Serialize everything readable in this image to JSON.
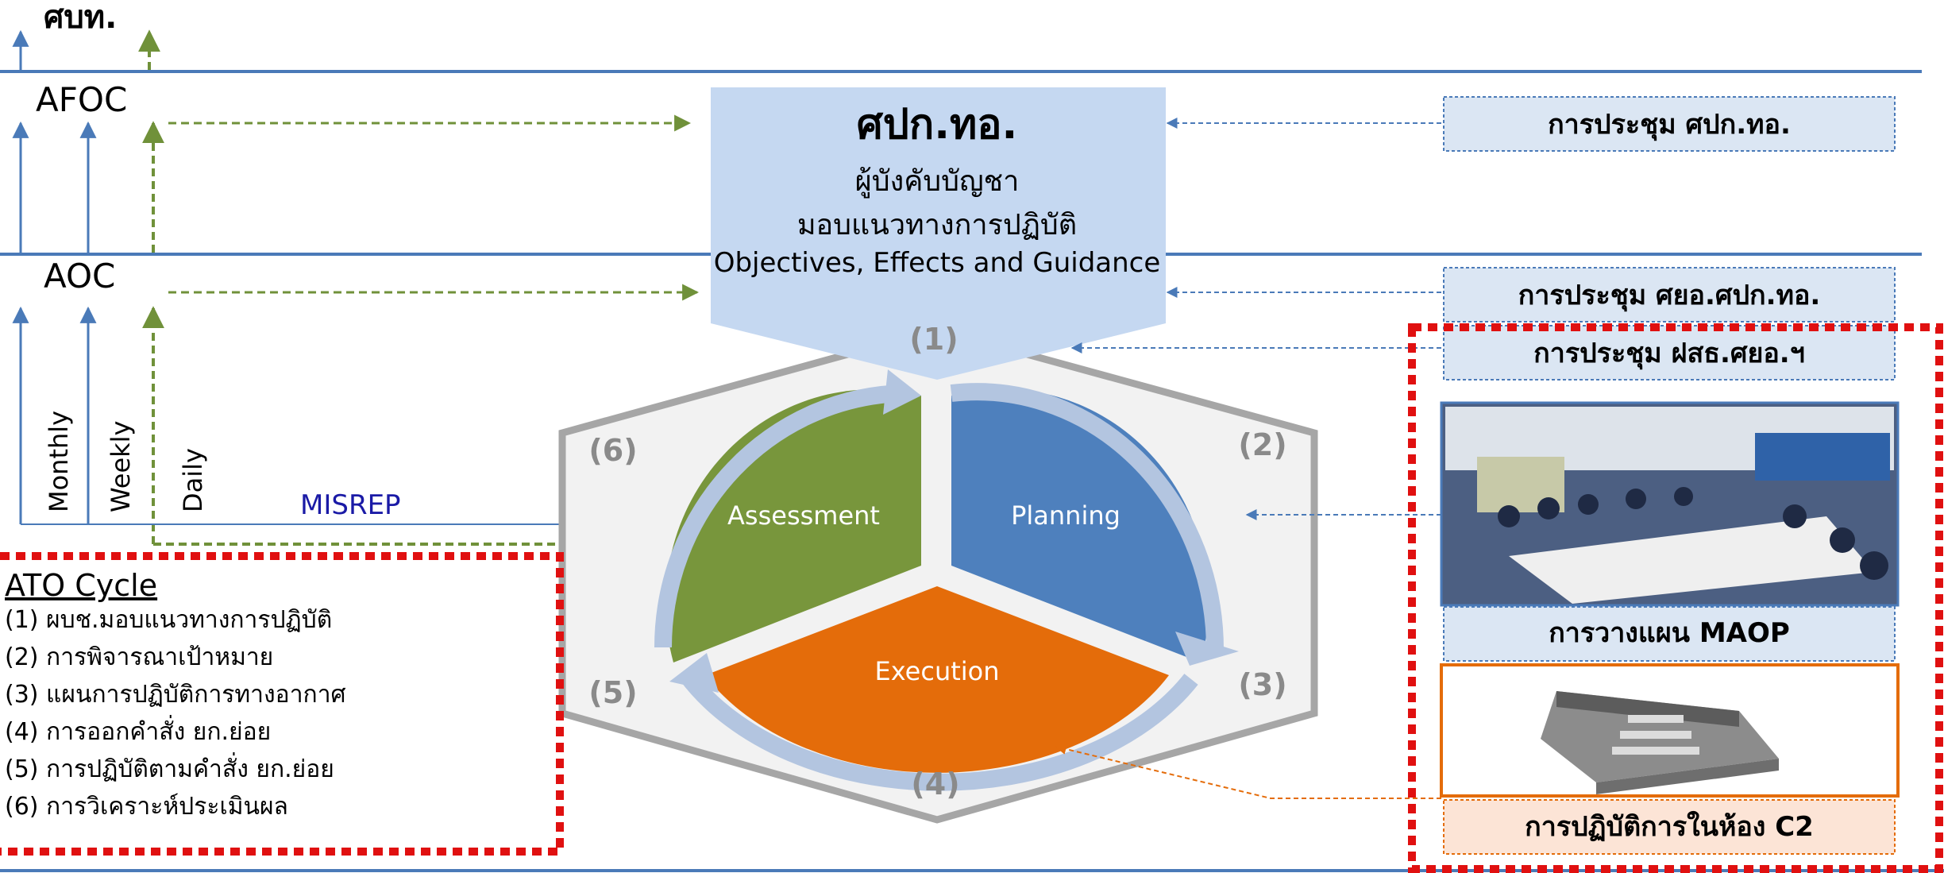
{
  "levels": {
    "top": "ศบท.",
    "afoc": "AFOC",
    "aoc": "AOC"
  },
  "timelines": {
    "monthly": "Monthly",
    "weekly": "Weekly",
    "daily": "Daily",
    "misrep": "MISREP"
  },
  "command": {
    "title": "ศปก.ทอ.",
    "line1": "ผู้บังคับบัญชา",
    "line2": "มอบแนวทางการปฏิบัติ",
    "line3": "Objectives, Effects and Guidance"
  },
  "cycle": {
    "phases": {
      "assessment": "Assessment",
      "planning": "Planning",
      "execution": "Execution"
    },
    "steps": {
      "s1": "(1)",
      "s2": "(2)",
      "s3": "(3)",
      "s4": "(4)",
      "s5": "(5)",
      "s6": "(6)"
    }
  },
  "meetings": {
    "m1": "การประชุม ศปก.ทอ.",
    "m2": "การประชุม ศยอ.ศปก.ทอ.",
    "m3": "การประชุม ฝสธ.ศยอ.ฯ",
    "planning_caption": "การวางแผน MAOP",
    "c2_caption": "การปฏิบัติการในห้อง C2"
  },
  "ato_legend": {
    "title": "ATO Cycle",
    "items": [
      "(1) ผบช.มอบแนวทางการปฏิบัติ",
      "(2) การพิจารณาเป้าหมาย",
      "(3) แผนการปฏิบัติการทางอากาศ",
      "(4) การออกคำสั่ง ยก.ย่อย",
      "(5) การปฏิบัติตามคำสั่ง ยก.ย่อย",
      "(6) การวิเคราะห์ประเมินผล"
    ]
  },
  "colors": {
    "line_blue": "#4a7ab8",
    "arrow_green": "#70913a",
    "command_box": "#c5d8f1",
    "meeting_box": "#dbe6f3",
    "assessment": "#78963c",
    "planning": "#4e80bd",
    "execution": "#e46c0a",
    "cycle_arrow": "#b3c5e0",
    "hexagon_fill": "#f2f2f2",
    "hexagon_stroke": "#a6a6a6",
    "red_dotted": "#e01010",
    "misrep": "#1a1aa6",
    "c2_box": "#fce4d6",
    "c2_border": "#e46c0a"
  }
}
